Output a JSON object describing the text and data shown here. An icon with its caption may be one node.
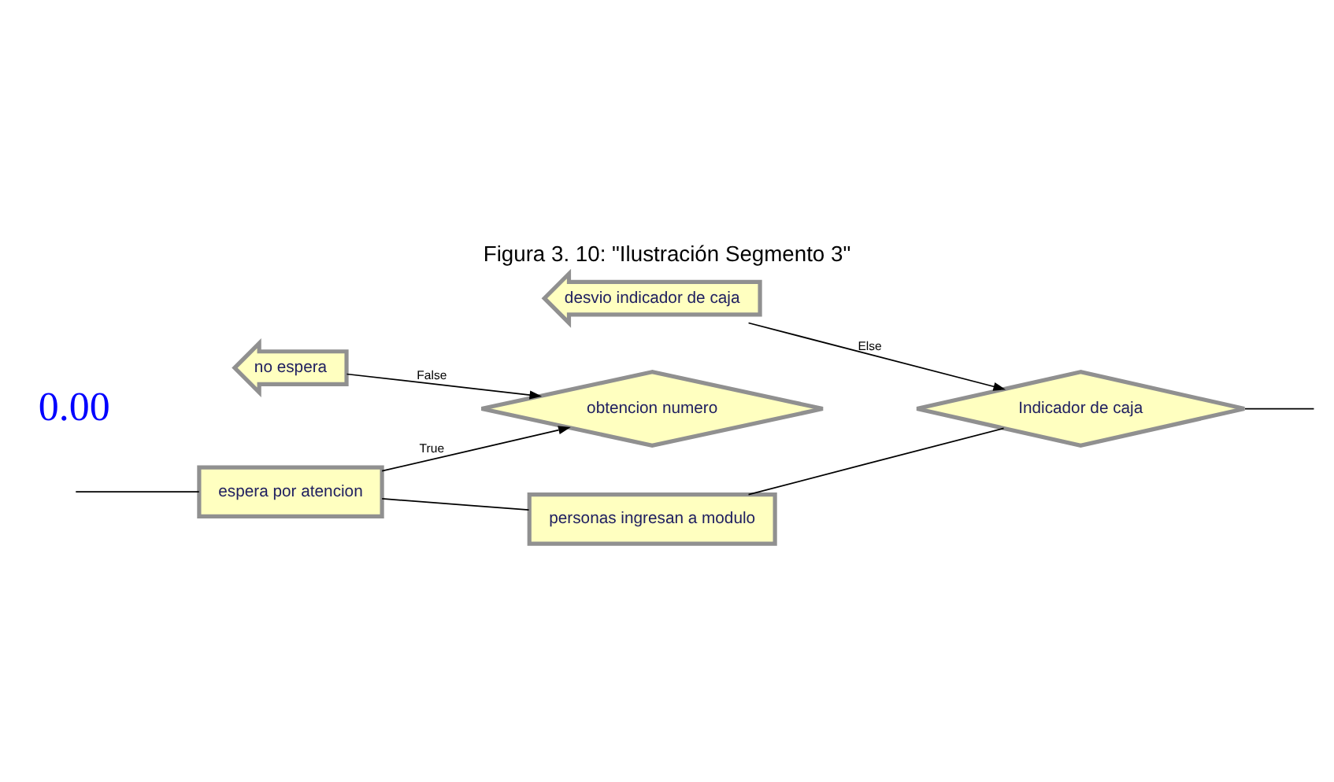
{
  "diagram": {
    "title": "Figura 3. 10: \"Ilustración Segmento 3\"",
    "nodes": [
      {
        "text": [
          "espera por atencion"
        ]
      },
      {
        "text": [
          "personas ingresan a modulo"
        ]
      },
      {
        "text": [
          "Indicador de caja"
        ]
      },
      {
        "text": [
          "obtencion numero"
        ]
      },
      {
        "text": [
          "no espera"
        ]
      },
      {
        "text": [
          "desvio indicador de caja"
        ]
      }
    ],
    "edges": [
      {
        "from": null,
        "to": 0,
        "arrow": "none"
      },
      {
        "from": 0,
        "to": 3,
        "arrow": "to",
        "label": "True"
      },
      {
        "from": 0,
        "to": 1,
        "arrow": "none"
      },
      {
        "from": 1,
        "to": 2,
        "arrow": "none"
      },
      {
        "from": 4,
        "to": 3,
        "arrow": "to",
        "label": "False"
      },
      {
        "from": 5,
        "to": 2,
        "arrow": "to",
        "label": "Else"
      },
      {
        "from": 2,
        "to": null,
        "arrow": "none"
      }
    ],
    "labels": [
      "0.00"
    ]
  }
}
